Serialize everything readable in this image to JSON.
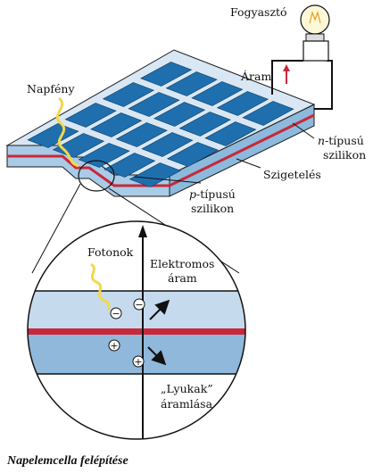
{
  "labels": {
    "load": "Fogyasztó",
    "current": "Áram",
    "sunlight": "Napfény",
    "n_type_prefix": "n",
    "n_type_suffix": "-típusú",
    "n_type_line2": "szilikon",
    "insulation": "Szigetelés",
    "p_type_prefix": "p",
    "p_type_suffix": "-típusú",
    "p_type_line2": "szilikon",
    "photons": "Fotonok",
    "electron_current_line1": "Elektromos",
    "electron_current_line2": "áram",
    "holes_line1": "„Lyukak”",
    "holes_line2": "áramlása"
  },
  "caption": "Napelemcella felépítése",
  "charges": {
    "electron_symbol": "−",
    "hole_symbol": "+"
  },
  "colors": {
    "cell_blue": "#1f6fae",
    "panel_light": "#c9def0",
    "panel_mid": "#9cc2e0",
    "junction_red": "#c8283a",
    "n_layer": "#c5dbed",
    "p_layer": "#8fb8da",
    "sunlight_yellow": "#f2d84a",
    "arrow_red": "#c8283a"
  }
}
